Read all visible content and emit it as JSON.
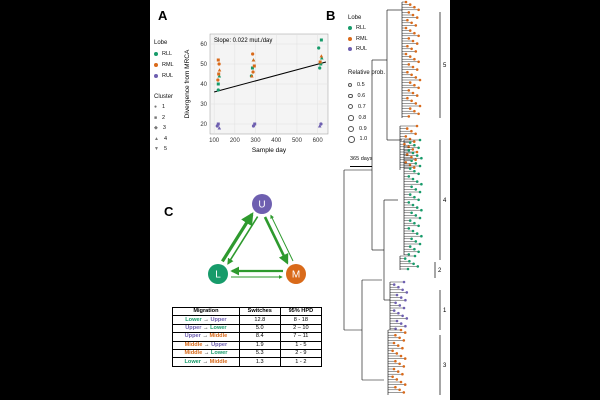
{
  "panels": {
    "a": "A",
    "b": "B",
    "c": "C"
  },
  "colors": {
    "RLL": "#179b6a",
    "RML": "#d96a1a",
    "RUL": "#6e5fb0",
    "trend": "#000000",
    "tree": "#000000"
  },
  "panel_a": {
    "legend_lobe_title": "Lobe",
    "lobes": [
      "RLL",
      "RML",
      "RUL"
    ],
    "legend_cluster_title": "Cluster",
    "clusters": [
      "1",
      "2",
      "3",
      "4",
      "5"
    ],
    "annotation": "Slope: 0.022 mut./day",
    "xlabel": "Sample day",
    "ylabel": "Divergence from MRCA",
    "xticks": [
      "100",
      "200",
      "300",
      "400",
      "500",
      "600"
    ],
    "yticks": [
      "20",
      "30",
      "40",
      "50",
      "60"
    ]
  },
  "chart_data": {
    "type": "scatter",
    "title": "",
    "annotation": "Slope: 0.022 mut./day",
    "xlabel": "Sample day",
    "ylabel": "Divergence from MRCA",
    "xlim": [
      80,
      650
    ],
    "ylim": [
      15,
      65
    ],
    "grid": true,
    "legend_placement": "left",
    "series": [
      {
        "name": "RLL",
        "color": "#179b6a",
        "x": [
          120,
          120,
          125,
          280,
          285,
          290,
          610,
          615,
          620,
          605,
          618
        ],
        "y": [
          37,
          40,
          44,
          44,
          48,
          52,
          48,
          50,
          53,
          58,
          62
        ]
      },
      {
        "name": "RML",
        "color": "#d96a1a",
        "x": [
          118,
          122,
          126,
          124,
          120,
          282,
          288,
          294,
          290,
          286,
          612,
          618
        ],
        "y": [
          42,
          45,
          47,
          50,
          52,
          44,
          46,
          49,
          52,
          55,
          51,
          54
        ]
      },
      {
        "name": "RUL",
        "color": "#6e5fb0",
        "x": [
          115,
          120,
          125,
          290,
          296,
          610,
          616
        ],
        "y": [
          19,
          20,
          18,
          19,
          20,
          19,
          20
        ]
      }
    ],
    "trend_line": {
      "x": [
        100,
        640
      ],
      "y": [
        36,
        51
      ]
    }
  },
  "panel_b": {
    "legend_lobe_title": "Lobe",
    "lobes": [
      "RLL",
      "RML",
      "RUL"
    ],
    "legend_prob_title": "Relative prob.",
    "probs": [
      "0.5",
      "0.6",
      "0.7",
      "0.8",
      "0.9",
      "1.0"
    ],
    "scale_label": "365 days",
    "cluster_labels": [
      "5",
      "4",
      "2",
      "1",
      "3"
    ]
  },
  "panel_c": {
    "nodes": [
      "U",
      "L",
      "M"
    ],
    "table_headers": [
      "Migration",
      "Switches",
      "95% HPD"
    ],
    "rows": [
      {
        "from": "Lower",
        "to": "Upper",
        "from_color": "green",
        "to_color": "purple",
        "switches": "12.8",
        "hpd": "8 - 18"
      },
      {
        "from": "Upper",
        "to": "Lower",
        "from_color": "purple",
        "to_color": "green",
        "switches": "5.0",
        "hpd": "2 – 10"
      },
      {
        "from": "Upper",
        "to": "Middle",
        "from_color": "purple",
        "to_color": "orange",
        "switches": "8.4",
        "hpd": "7 – 11"
      },
      {
        "from": "Middle",
        "to": "Upper",
        "from_color": "orange",
        "to_color": "purple",
        "switches": "1.9",
        "hpd": "1 - 5"
      },
      {
        "from": "Middle",
        "to": "Lower",
        "from_color": "orange",
        "to_color": "green",
        "switches": "5.3",
        "hpd": "2 - 9"
      },
      {
        "from": "Lower",
        "to": "Middle",
        "from_color": "green",
        "to_color": "orange",
        "switches": "1.3",
        "hpd": "1 - 2"
      }
    ]
  }
}
